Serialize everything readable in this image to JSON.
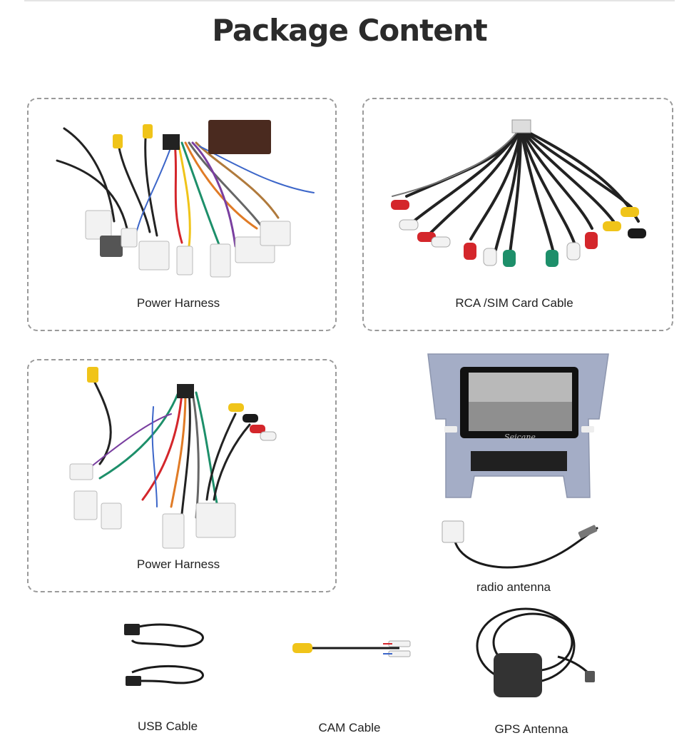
{
  "page": {
    "title": "Package Content"
  },
  "items": [
    {
      "caption": "Power Harness"
    },
    {
      "caption": "RCA /SIM Card Cable"
    },
    {
      "caption": "Power Harness"
    },
    {
      "caption": "radio antenna"
    },
    {
      "caption": "USB Cable"
    },
    {
      "caption": "CAM Cable"
    },
    {
      "caption": "GPS Antenna"
    }
  ],
  "stereo": {
    "brand": "Seicane"
  },
  "colors": {
    "red": "#d4262b",
    "yellow": "#f0c419",
    "white": "#f2f2f2",
    "green": "#1d8f6a",
    "black": "#1a1a1a",
    "blue": "#3c66c9",
    "panel": "#a4adc6"
  }
}
